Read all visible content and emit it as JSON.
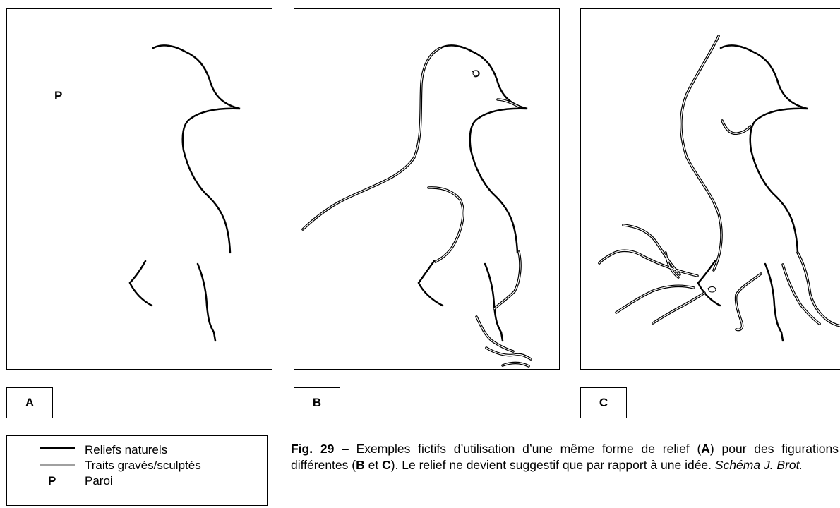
{
  "panels": {
    "a": {
      "label": "A",
      "paroi_marker": "P"
    },
    "b": {
      "label": "B"
    },
    "c": {
      "label": "C"
    }
  },
  "legend": {
    "natural_relief": "Reliefs naturels",
    "engraved_lines": "Traits gravés/sculptés",
    "wall_symbol": "P",
    "wall": "Paroi"
  },
  "caption": {
    "fig_label": "Fig. 29",
    "dash": " – ",
    "text1": "Exemples fictifs d’utilisation d’une même forme de relief (",
    "ref_a": "A",
    "text2": ") pour des figurations différentes (",
    "ref_b": "B",
    "text3": " et ",
    "ref_c": "C",
    "text4": "). Le relief ne devient suggestif que par rapport à une idée. ",
    "credit": "Schéma J. Brot."
  }
}
